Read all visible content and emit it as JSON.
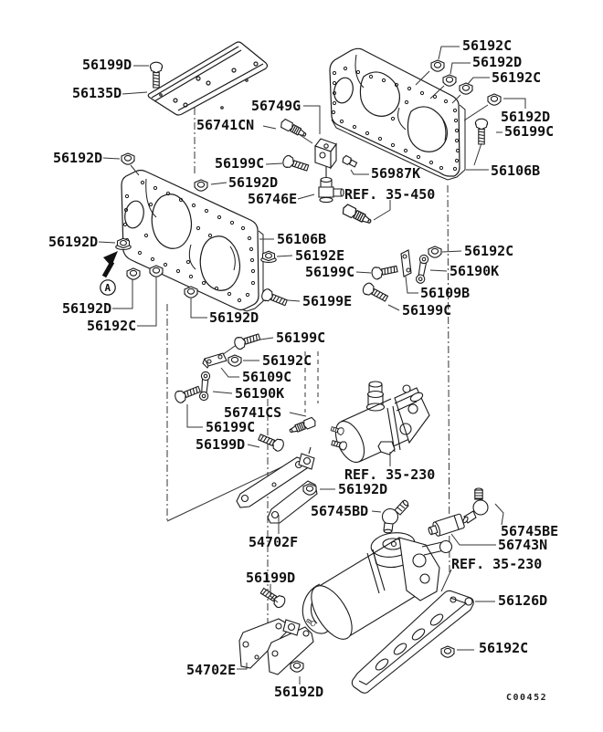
{
  "diagram": {
    "code": "C00452",
    "view_marker": "A",
    "description": "parts-diagram",
    "ref_notes": [
      "REF. 35-450",
      "REF. 35-230",
      "REF. 35-230"
    ]
  },
  "colors": {
    "line": "#1a1a1a",
    "text": "#111111",
    "background": "#ffffff"
  },
  "labels": [
    {
      "text": "56199D"
    },
    {
      "text": "56135D"
    },
    {
      "text": "56192C"
    },
    {
      "text": "56192D"
    },
    {
      "text": "56192C"
    },
    {
      "text": "56192D"
    },
    {
      "text": "56199C"
    },
    {
      "text": "56106B"
    },
    {
      "text": "56749G"
    },
    {
      "text": "56741CN"
    },
    {
      "text": "56199C"
    },
    {
      "text": "56192D"
    },
    {
      "text": "56746E"
    },
    {
      "text": "56987K"
    },
    {
      "text": "REF. 35-450"
    },
    {
      "text": "56192D"
    },
    {
      "text": "56192D"
    },
    {
      "text": "56192D"
    },
    {
      "text": "56192C"
    },
    {
      "text": "56106B"
    },
    {
      "text": "56192E"
    },
    {
      "text": "56199C"
    },
    {
      "text": "56199E"
    },
    {
      "text": "56192C"
    },
    {
      "text": "56190K"
    },
    {
      "text": "56109B"
    },
    {
      "text": "56199C"
    },
    {
      "text": "56192D"
    },
    {
      "text": "56199C"
    },
    {
      "text": "56192C"
    },
    {
      "text": "56109C"
    },
    {
      "text": "56190K"
    },
    {
      "text": "56741CS"
    },
    {
      "text": "56199C"
    },
    {
      "text": "56199D"
    },
    {
      "text": "REF. 35-230"
    },
    {
      "text": "56192D"
    },
    {
      "text": "56745BD"
    },
    {
      "text": "54702F"
    },
    {
      "text": "56745BE"
    },
    {
      "text": "56743N"
    },
    {
      "text": "REF. 35-230"
    },
    {
      "text": "56199D"
    },
    {
      "text": "54702E"
    },
    {
      "text": "56192D"
    },
    {
      "text": "56126D"
    },
    {
      "text": "56192C"
    },
    {
      "text": "C00452"
    }
  ]
}
